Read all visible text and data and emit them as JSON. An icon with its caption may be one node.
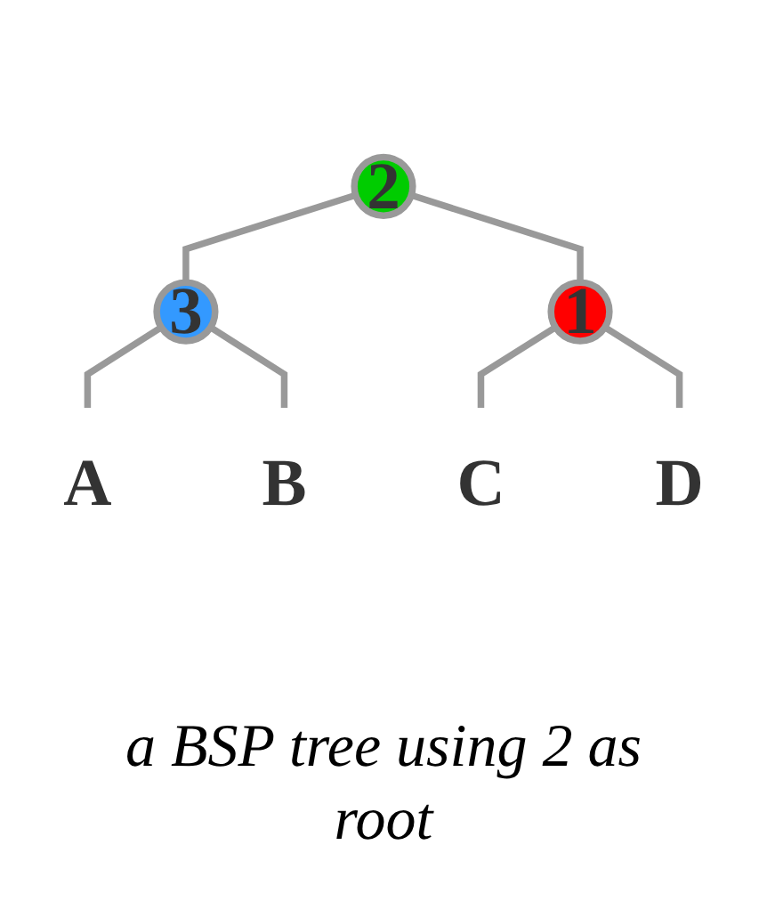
{
  "diagram": {
    "caption": "a BSP tree using 2 as root",
    "nodes": [
      {
        "text": [
          "2"
        ]
      },
      {
        "text": [
          "3"
        ]
      },
      {
        "text": [
          "1"
        ]
      },
      {
        "text": [
          "A"
        ]
      },
      {
        "text": [
          "B"
        ]
      },
      {
        "text": [
          "C"
        ]
      },
      {
        "text": [
          "D"
        ]
      }
    ],
    "edges": [
      {
        "from": 0,
        "to": 1,
        "arrow": "none"
      },
      {
        "from": 0,
        "to": 2,
        "arrow": "none"
      },
      {
        "from": 1,
        "to": 3,
        "arrow": "none"
      },
      {
        "from": 1,
        "to": 4,
        "arrow": "none"
      },
      {
        "from": 2,
        "to": 5,
        "arrow": "none"
      },
      {
        "from": 2,
        "to": 6,
        "arrow": "none"
      }
    ]
  }
}
